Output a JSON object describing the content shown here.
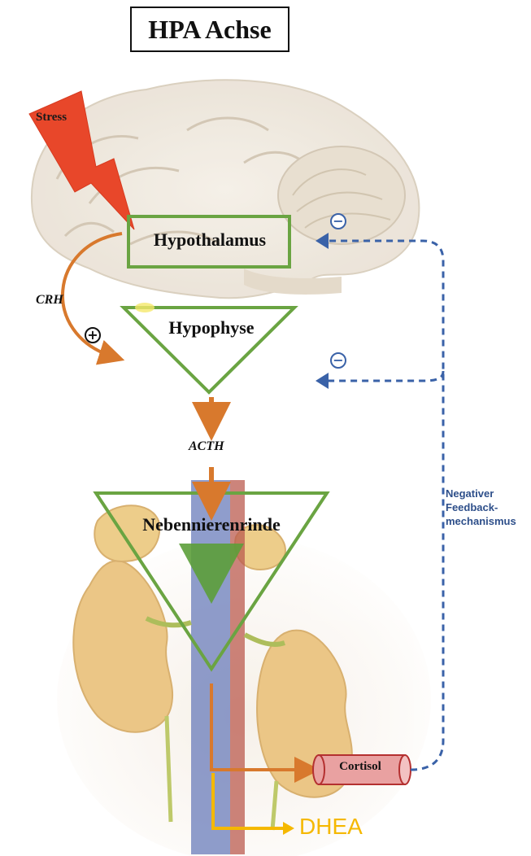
{
  "title": "HPA Achse",
  "nodes": {
    "stress": "Stress",
    "hypothalamus": "Hypothalamus",
    "hypophyse": "Hypophyse",
    "nebennierenrinde": "Nebennierenrinde",
    "cortisol": "Cortisol",
    "dhea": "DHEA"
  },
  "hormones": {
    "crh": "CRH",
    "acth": "ACTH"
  },
  "signs": {
    "positive": "+",
    "negative": "−"
  },
  "feedback_label": "Negativer\nFeedback-\nmechanismus",
  "colors": {
    "organ_outline": "#6aa442",
    "stimulation_arrow": "#d8792d",
    "feedback_arrow": "#3a62a8",
    "stress_bolt": "#e8472a",
    "cortisol_fill": "#e9a1a1",
    "dhea_arrow": "#f5b800"
  }
}
